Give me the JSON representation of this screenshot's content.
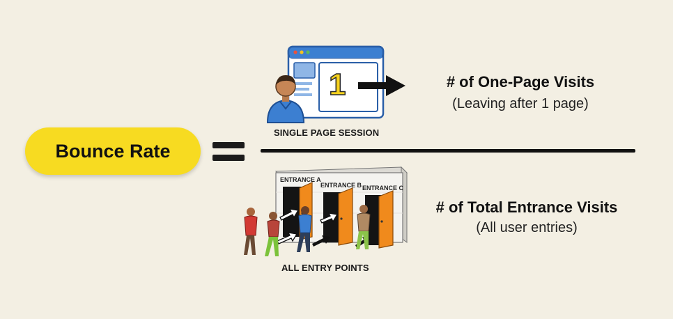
{
  "left": {
    "label": "Bounce Rate",
    "color": "#f7db21"
  },
  "numerator": {
    "title": "# of One-Page Visits",
    "subtitle": "(Leaving after 1 page)",
    "caption": "SINGLE PAGE SESSION",
    "page_number": "1"
  },
  "denominator": {
    "title": "# of Total Entrance Visits",
    "subtitle": "(All user entries)",
    "caption": "ALL ENTRY POINTS",
    "entrances": [
      "ENTRANCE A",
      "ENTRANCE B",
      "ENTRANCE C"
    ]
  },
  "icons": [
    "browser-window-icon",
    "person-icon",
    "arrow-right-icon",
    "doors-building-icon",
    "walking-people-icon",
    "equals-icon"
  ],
  "colors": {
    "accent_yellow": "#f7db21",
    "browser_blue": "#3c7fd1",
    "door_orange": "#f08a1c",
    "background": "#f3efe3"
  }
}
